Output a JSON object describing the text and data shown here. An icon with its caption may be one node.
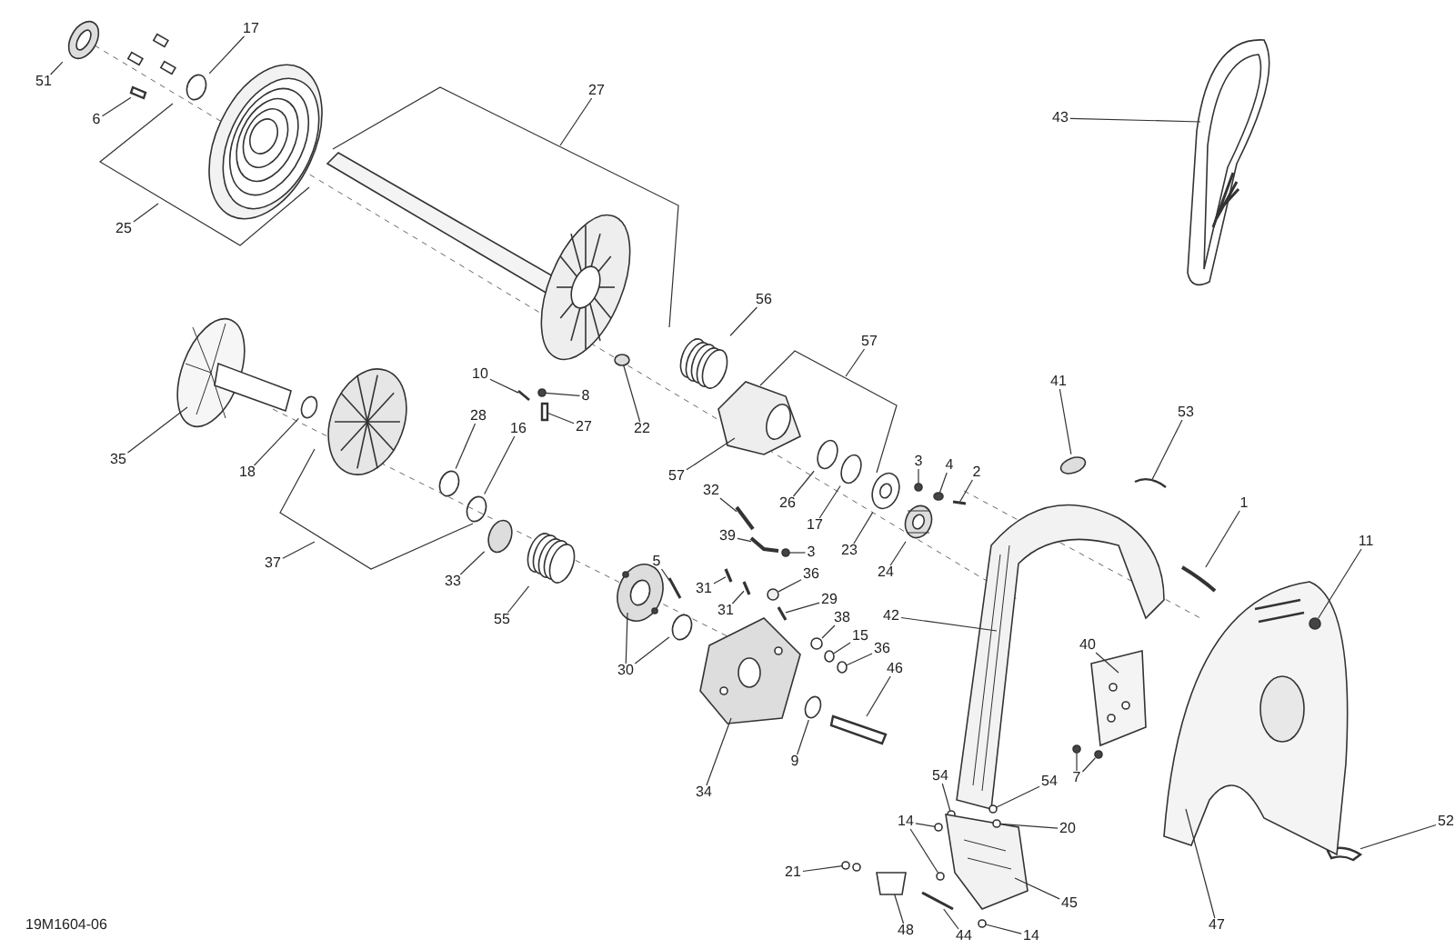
{
  "diagram": {
    "nodes": [
      {
        "text": [
          "51"
        ]
      },
      {
        "text": [
          "17"
        ]
      },
      {
        "text": [
          "6"
        ]
      },
      {
        "text": [
          "27"
        ]
      },
      {
        "text": [
          "43"
        ]
      },
      {
        "text": [
          "25"
        ]
      },
      {
        "text": [
          "56"
        ]
      },
      {
        "text": [
          "57"
        ]
      },
      {
        "text": [
          "10"
        ]
      },
      {
        "text": [
          "41"
        ]
      },
      {
        "text": [
          "8"
        ]
      },
      {
        "text": [
          "53"
        ]
      },
      {
        "text": [
          "28"
        ]
      },
      {
        "text": [
          "27"
        ]
      },
      {
        "text": [
          "22"
        ]
      },
      {
        "text": [
          "16"
        ]
      },
      {
        "text": [
          "35"
        ]
      },
      {
        "text": [
          "3"
        ]
      },
      {
        "text": [
          "4"
        ]
      },
      {
        "text": [
          "18"
        ]
      },
      {
        "text": [
          "2"
        ]
      },
      {
        "text": [
          "57"
        ]
      },
      {
        "text": [
          "32"
        ]
      },
      {
        "text": [
          "26"
        ]
      },
      {
        "text": [
          "1"
        ]
      },
      {
        "text": [
          "17"
        ]
      },
      {
        "text": [
          "39"
        ]
      },
      {
        "text": [
          "11"
        ]
      },
      {
        "text": [
          "23"
        ]
      },
      {
        "text": [
          "3"
        ]
      },
      {
        "text": [
          "5"
        ]
      },
      {
        "text": [
          "37"
        ]
      },
      {
        "text": [
          "24"
        ]
      },
      {
        "text": [
          "36"
        ]
      },
      {
        "text": [
          "33"
        ]
      },
      {
        "text": [
          "31"
        ]
      },
      {
        "text": [
          "29"
        ]
      },
      {
        "text": [
          "31"
        ]
      },
      {
        "text": [
          "42"
        ]
      },
      {
        "text": [
          "38"
        ]
      },
      {
        "text": [
          "55"
        ]
      },
      {
        "text": [
          "15"
        ]
      },
      {
        "text": [
          "40"
        ]
      },
      {
        "text": [
          "36"
        ]
      },
      {
        "text": [
          "46"
        ]
      },
      {
        "text": [
          "30"
        ]
      },
      {
        "text": [
          "9"
        ]
      },
      {
        "text": [
          "54"
        ]
      },
      {
        "text": [
          "7"
        ]
      },
      {
        "text": [
          "54"
        ]
      },
      {
        "text": [
          "34"
        ]
      },
      {
        "text": [
          "14"
        ]
      },
      {
        "text": [
          "52"
        ]
      },
      {
        "text": [
          "20"
        ]
      },
      {
        "text": [
          "21"
        ]
      },
      {
        "text": [
          "45"
        ]
      },
      {
        "text": [
          "47"
        ]
      },
      {
        "text": [
          "48"
        ]
      },
      {
        "text": [
          "44"
        ]
      },
      {
        "text": [
          "14"
        ]
      },
      {
        "text": [],
        "shape": "circle"
      },
      {
        "text": [],
        "shape": "circle"
      },
      {
        "text": [],
        "shape": "bar"
      },
      {
        "text": [],
        "shape": "picture"
      },
      {
        "text": [],
        "shape": "picture"
      },
      {
        "text": [],
        "shape": "bar"
      },
      {
        "text": [],
        "shape": "circle"
      },
      {
        "text": [],
        "shape": "circle"
      },
      {
        "text": [],
        "shape": "bar"
      },
      {
        "text": [],
        "shape": "circle"
      },
      {
        "text": [],
        "shape": "bar"
      },
      {
        "text": [],
        "shape": "circle"
      },
      {
        "text": [],
        "shape": "circle"
      },
      {
        "text": [],
        "shape": "picture"
      },
      {
        "text": [],
        "shape": "circle"
      },
      {
        "text": [],
        "shape": "circle"
      },
      {
        "text": [],
        "shape": "circle"
      },
      {
        "text": [],
        "shape": "bar"
      },
      {
        "text": [],
        "shape": "picture"
      },
      {
        "text": [],
        "shape": "bar"
      },
      {
        "text": [],
        "shape": "circle"
      },
      {
        "text": [],
        "shape": "bar"
      },
      {
        "text": [],
        "shape": "circle"
      },
      {
        "text": [],
        "shape": "bar"
      },
      {
        "text": [],
        "shape": "circle",
        "in": 115
      },
      {
        "text": [],
        "shape": "circle"
      },
      {
        "text": [],
        "shape": "circle"
      },
      {
        "text": [],
        "shape": "bar"
      },
      {
        "text": [],
        "shape": "picture"
      },
      {
        "text": [],
        "shape": "circle"
      },
      {
        "text": [],
        "shape": "circle"
      },
      {
        "text": [],
        "shape": "bar"
      },
      {
        "text": [],
        "shape": "bar"
      },
      {
        "text": [],
        "shape": "bar"
      },
      {
        "text": [],
        "shape": "picture"
      },
      {
        "text": [],
        "shape": "circle"
      },
      {
        "text": [],
        "shape": "picture"
      },
      {
        "text": [],
        "shape": "circle"
      },
      {
        "text": [],
        "shape": "picture"
      },
      {
        "text": [],
        "shape": "circle"
      },
      {
        "text": [],
        "shape": "bar"
      },
      {
        "text": [],
        "shape": "picture"
      },
      {
        "text": [],
        "shape": "circle"
      },
      {
        "text": [],
        "shape": "circle"
      },
      {
        "text": [],
        "shape": "circle"
      },
      {
        "text": [],
        "shape": "circle"
      },
      {
        "text": [],
        "shape": "circle"
      },
      {
        "text": [],
        "shape": "circle"
      },
      {
        "text": [],
        "shape": "picture"
      },
      {
        "text": [],
        "shape": "circle"
      },
      {
        "text": [],
        "shape": "circle"
      },
      {
        "text": [],
        "shape": "bar"
      },
      {
        "text": [],
        "shape": "circle",
        "in": 114
      },
      {
        "text": [],
        "shape": "circle"
      },
      {
        "text": [],
        "shape": "picture"
      },
      {
        "text": [],
        "shape": "picture"
      },
      {
        "text": [],
        "shape": "box"
      },
      {
        "text": [],
        "shape": "bar"
      },
      {
        "text": [],
        "shape": "circle"
      }
    ],
    "edges": [
      {
        "from": 0,
        "to": 60,
        "arrow": "none"
      },
      {
        "from": 1,
        "to": 61,
        "arrow": "none"
      },
      {
        "from": 2,
        "to": 62,
        "arrow": "none"
      },
      {
        "from": 3,
        "to": null,
        "arrow": "none"
      },
      {
        "from": 4,
        "to": 63,
        "arrow": "none"
      },
      {
        "from": 5,
        "to": null,
        "arrow": "none"
      },
      {
        "from": 6,
        "to": 64,
        "arrow": "none"
      },
      {
        "from": 7,
        "to": null,
        "arrow": "none"
      },
      {
        "from": 8,
        "to": 65,
        "arrow": "none"
      },
      {
        "from": 9,
        "to": 66,
        "arrow": "none"
      },
      {
        "from": 10,
        "to": 67,
        "arrow": "none"
      },
      {
        "from": 11,
        "to": 68,
        "arrow": "none"
      },
      {
        "from": 12,
        "to": 69,
        "arrow": "none"
      },
      {
        "from": 13,
        "to": 70,
        "arrow": "none"
      },
      {
        "from": 14,
        "to": 71,
        "arrow": "none"
      },
      {
        "from": 15,
        "to": 72,
        "arrow": "none"
      },
      {
        "from": 16,
        "to": 73,
        "arrow": "none"
      },
      {
        "from": 17,
        "to": 74,
        "arrow": "none"
      },
      {
        "from": 18,
        "to": 75,
        "arrow": "none"
      },
      {
        "from": 19,
        "to": 76,
        "arrow": "none"
      },
      {
        "from": 20,
        "to": 77,
        "arrow": "none"
      },
      {
        "from": 21,
        "to": 78,
        "arrow": "none"
      },
      {
        "from": 22,
        "to": 79,
        "arrow": "none"
      },
      {
        "from": 23,
        "to": 80,
        "arrow": "none"
      },
      {
        "from": 24,
        "to": 81,
        "arrow": "none"
      },
      {
        "from": 25,
        "to": 82,
        "arrow": "none"
      },
      {
        "from": 26,
        "to": 83,
        "arrow": "none"
      },
      {
        "from": 27,
        "to": 84,
        "arrow": "none"
      },
      {
        "from": 28,
        "to": 85,
        "arrow": "none"
      },
      {
        "from": 29,
        "to": 86,
        "arrow": "none"
      },
      {
        "from": 30,
        "to": 87,
        "arrow": "none"
      },
      {
        "from": 31,
        "to": null,
        "arrow": "none"
      },
      {
        "from": 32,
        "to": 88,
        "arrow": "none"
      },
      {
        "from": 33,
        "to": 89,
        "arrow": "none"
      },
      {
        "from": 34,
        "to": 90,
        "arrow": "none"
      },
      {
        "from": 35,
        "to": 91,
        "arrow": "none"
      },
      {
        "from": 36,
        "to": 92,
        "arrow": "none"
      },
      {
        "from": 37,
        "to": 93,
        "arrow": "none"
      },
      {
        "from": 38,
        "to": 94,
        "arrow": "none"
      },
      {
        "from": 39,
        "to": 95,
        "arrow": "none"
      },
      {
        "from": 40,
        "to": 96,
        "arrow": "none"
      },
      {
        "from": 41,
        "to": 97,
        "arrow": "none"
      },
      {
        "from": 42,
        "to": 98,
        "arrow": "none"
      },
      {
        "from": 43,
        "to": 99,
        "arrow": "none"
      },
      {
        "from": 44,
        "to": 100,
        "arrow": "none"
      },
      {
        "from": 45,
        "to": 101,
        "arrow": "none"
      },
      {
        "from": 45,
        "to": 102,
        "arrow": "none"
      },
      {
        "from": 46,
        "to": 103,
        "arrow": "none"
      },
      {
        "from": 47,
        "to": 104,
        "arrow": "none"
      },
      {
        "from": 48,
        "to": 105,
        "arrow": "none"
      },
      {
        "from": 48,
        "to": 106,
        "arrow": "none"
      },
      {
        "from": 49,
        "to": 107,
        "arrow": "none"
      },
      {
        "from": 50,
        "to": 108,
        "arrow": "none"
      },
      {
        "from": 51,
        "to": 109,
        "arrow": "none"
      },
      {
        "from": 51,
        "to": 110,
        "arrow": "none"
      },
      {
        "from": 52,
        "to": 111,
        "arrow": "none"
      },
      {
        "from": 53,
        "to": 112,
        "arrow": "none"
      },
      {
        "from": 54,
        "to": 113,
        "arrow": "none"
      },
      {
        "from": 55,
        "to": 114,
        "arrow": "none"
      },
      {
        "from": 56,
        "to": 115,
        "arrow": "none"
      },
      {
        "from": 57,
        "to": 116,
        "arrow": "none"
      },
      {
        "from": 58,
        "to": 117,
        "arrow": "none"
      },
      {
        "from": 59,
        "to": 118,
        "arrow": "none"
      }
    ],
    "labels": [
      "19M1604-06"
    ]
  }
}
